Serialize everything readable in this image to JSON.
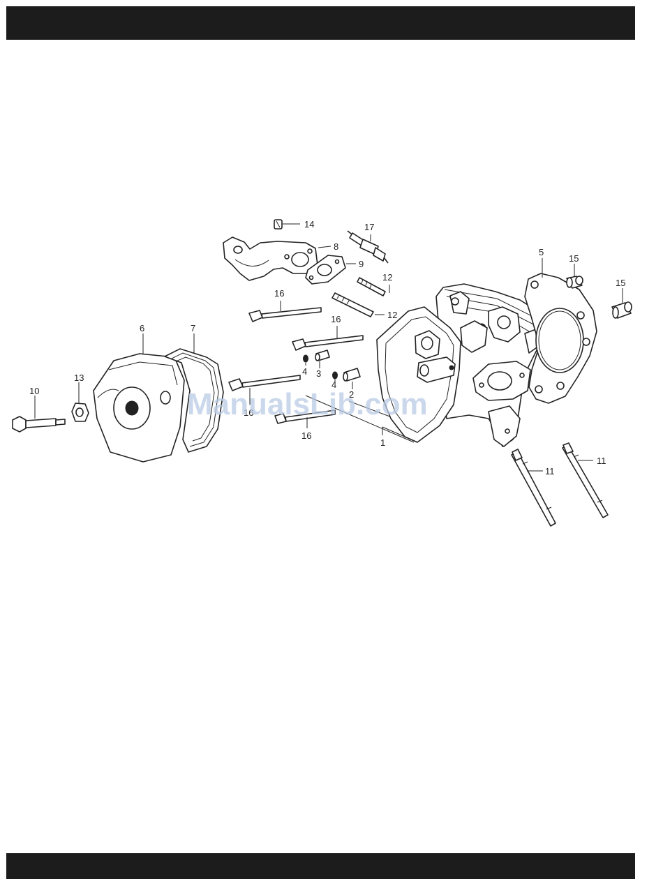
{
  "watermark": "ManualsLib.com",
  "callouts": {
    "c1": "1",
    "c2": "2",
    "c3": "3",
    "c4a": "4",
    "c4b": "4",
    "c5": "5",
    "c6": "6",
    "c7": "7",
    "c8": "8",
    "c9": "9",
    "c10": "10",
    "c11a": "11",
    "c11b": "11",
    "c12a": "12",
    "c12b": "12",
    "c13": "13",
    "c14": "14",
    "c15a": "15",
    "c15b": "15",
    "c16a": "16",
    "c16b": "16",
    "c16c": "16",
    "c16d": "16",
    "c17": "17"
  }
}
